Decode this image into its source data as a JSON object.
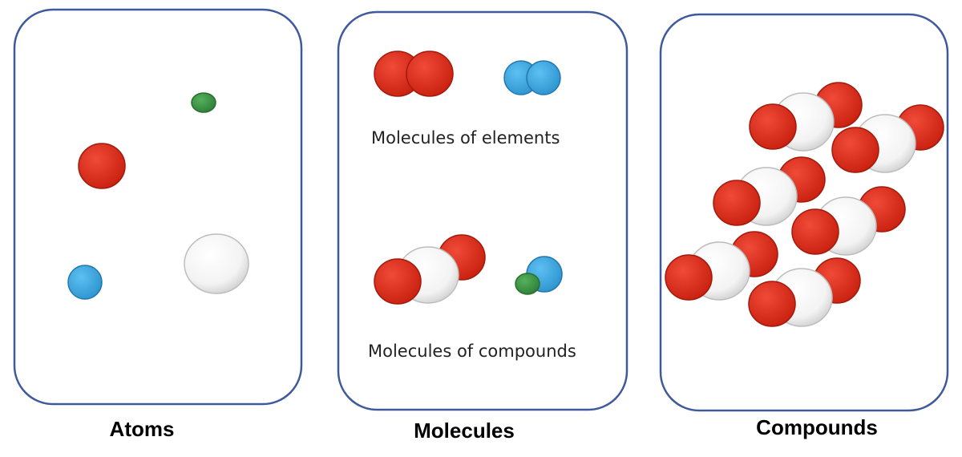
{
  "panels": [
    {
      "title": "Atoms"
    },
    {
      "title": "Molecules",
      "captions": [
        "Molecules of elements",
        "Molecules of compounds"
      ]
    },
    {
      "title": "Compounds"
    }
  ],
  "colors": {
    "border": "#3f5a9c",
    "red_atom": "#e2301f",
    "white_atom": "#f4f4f4",
    "blue_atom": "#44aee6",
    "green_atom": "#3f9b47"
  }
}
